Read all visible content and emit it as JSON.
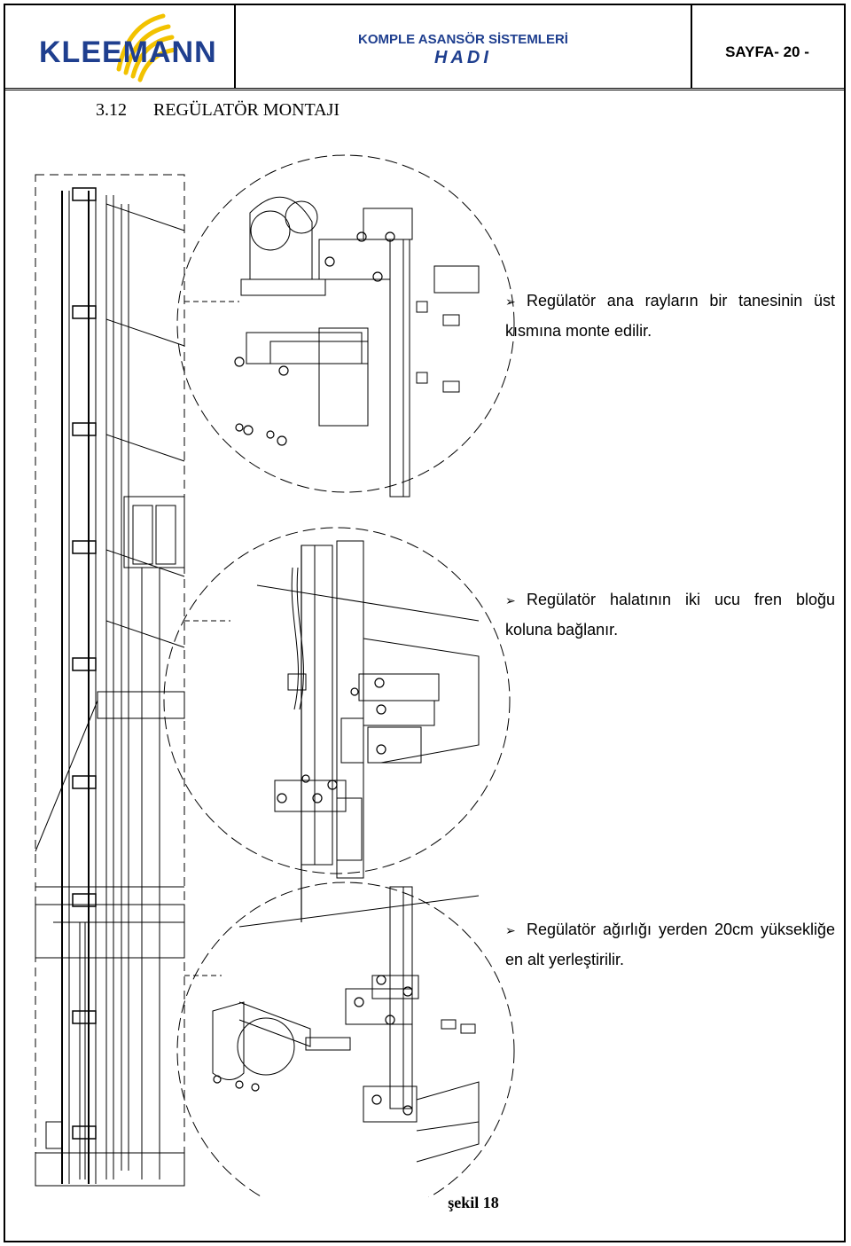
{
  "header": {
    "logo_text": "KLEEMANN",
    "company_line": "KOMPLE ASANSÖR SİSTEMLERİ",
    "product_line": "HADI",
    "page_label": "SAYFA- 20 -"
  },
  "section": {
    "number": "3.12",
    "title": "REGÜLATÖR MONTAJI"
  },
  "bullets": [
    {
      "marker": "➢",
      "text": "Regülatör ana rayların bir tanesinin üst kısmına monte edilir."
    },
    {
      "marker": "➢",
      "text": "Regülatör halatının iki ucu fren bloğu koluna bağlanır."
    },
    {
      "marker": "➢",
      "text": "Regülatör ağırlığı yerden 20cm yüksekliğe en alt yerleştirilir."
    }
  ],
  "caption": "şekil 18",
  "colors": {
    "brand": "#1f3f8f",
    "sun": "#f2c200"
  }
}
